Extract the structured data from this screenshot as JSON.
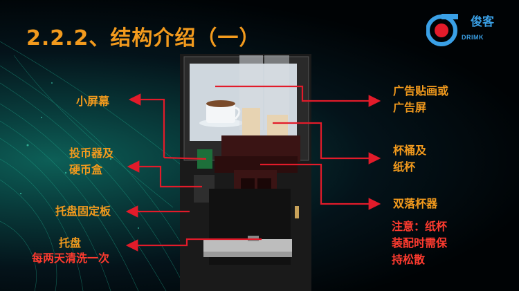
{
  "slide": {
    "title": "2.2.2、结构介绍（一）",
    "logo": {
      "cn": "俊客",
      "en": "DRIMK"
    },
    "labels": {
      "small_screen": "小屏幕",
      "coin_line1": "投币器及",
      "coin_line2": "硬币盒",
      "tray_plate": "托盘固定板",
      "tray": "托盘",
      "tray_note": "每两天清洗一次",
      "ad_line1": "广告贴画或",
      "ad_line2": "广告屏",
      "cup_line1": "杯桶及",
      "cup_line2": "纸杯",
      "dispenser": "双落杯器",
      "note_line1": "注意：纸杯",
      "note_line2": "装配时需保",
      "note_line3": "持松散"
    }
  },
  "colors": {
    "title": "#f29a1d",
    "label": "#f29a1d",
    "note": "#ff3b2f",
    "arrow": "#e21b2a",
    "logo": "#3aa0e6"
  },
  "icons": [
    "logo-icon",
    "coffee-cup-icon"
  ]
}
